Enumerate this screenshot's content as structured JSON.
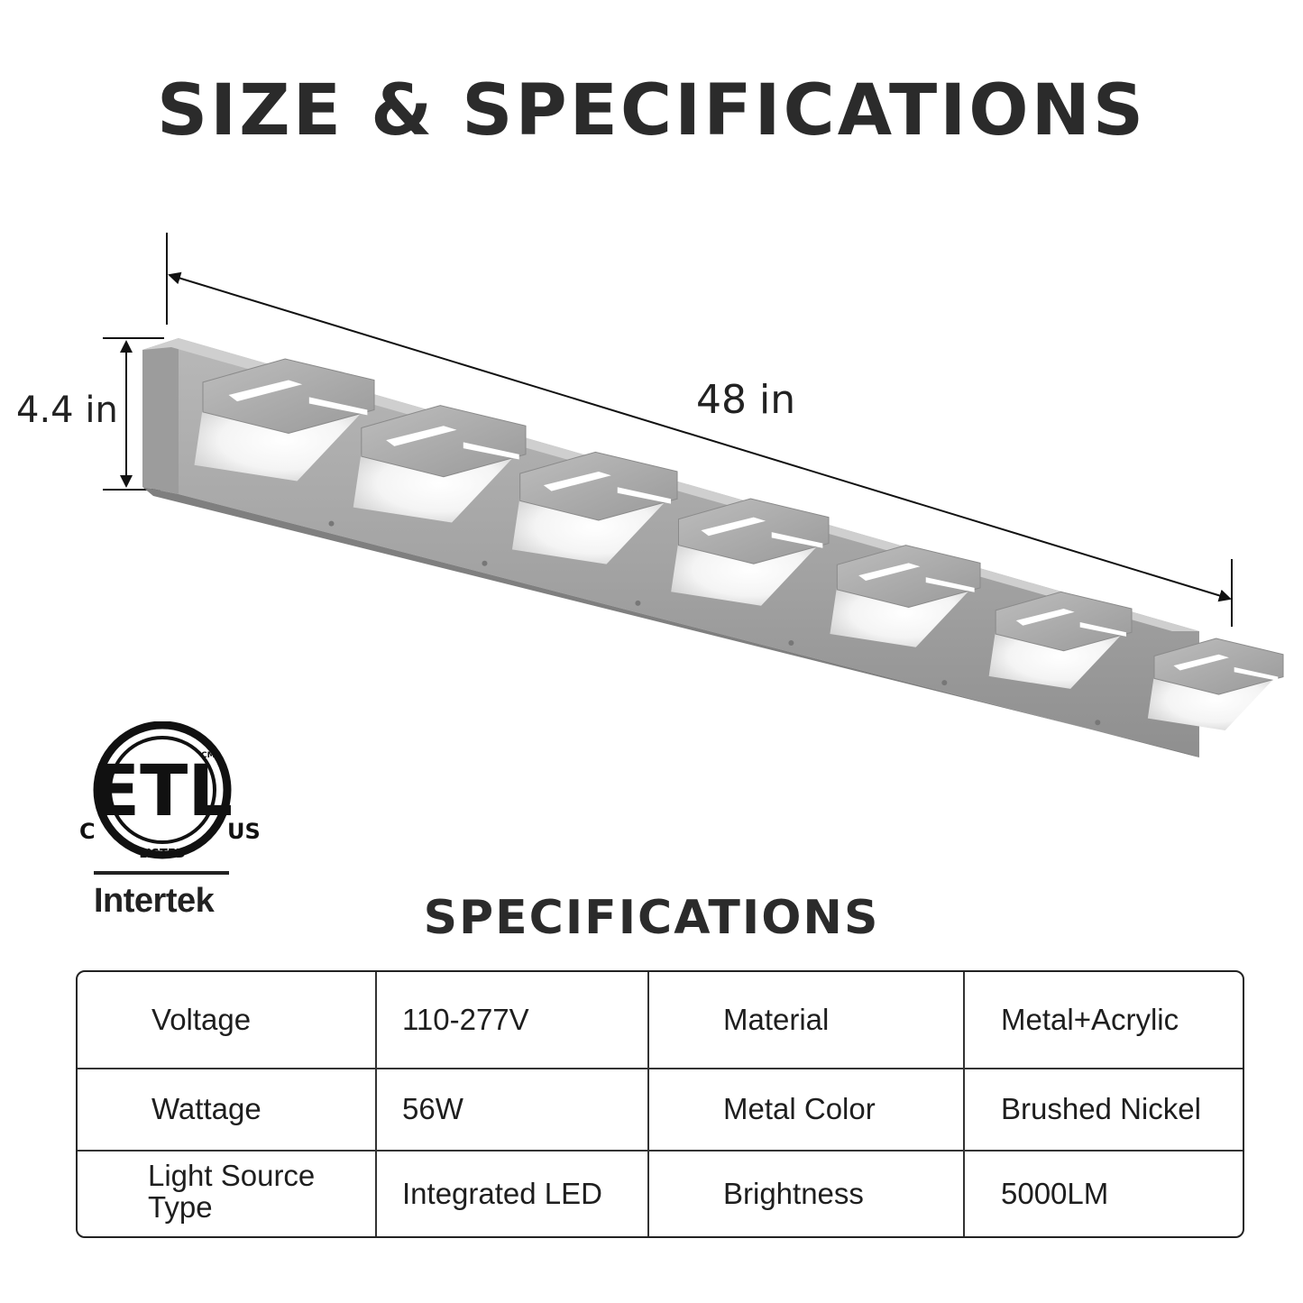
{
  "header": {
    "title": "SIZE & SPECIFICATIONS"
  },
  "dimensions": {
    "height": "4.4 in",
    "length": "48 in"
  },
  "fixture": {
    "shade_count": 7
  },
  "certification": {
    "mark": "ETL",
    "c": "C",
    "us": "US",
    "listed": "LISTED",
    "cm": "CM",
    "brand": "Intertek"
  },
  "specs": {
    "title": "SPECIFICATIONS",
    "rows": [
      [
        "Voltage",
        "110-277V",
        "Material",
        "Metal+Acrylic"
      ],
      [
        "Wattage",
        "56W",
        "Metal Color",
        "Brushed Nickel"
      ],
      [
        "Light Source Type",
        "Integrated LED",
        "Brightness",
        "5000LM"
      ]
    ]
  },
  "colors": {
    "metal": "#a7a7a7",
    "metal_dark": "#8e8e8e",
    "glow": "#ffffff",
    "text": "#262626"
  }
}
